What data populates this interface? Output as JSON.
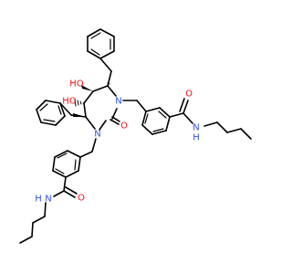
{
  "colors": {
    "bond": "#000000",
    "oxygen": "#ff0d0d",
    "nitrogen": "#3050f8",
    "background": "#ffffff"
  },
  "atoms": {
    "ho_top": "HO",
    "ho_mid": "HO",
    "n_ring_right": "N",
    "n_ring_left": "N",
    "o_carbonyl_ring": "O",
    "o_amide_right": "O",
    "nh_amide_right": "N",
    "h_amide_right": "H",
    "o_amide_left": "O",
    "nh_amide_left": "N",
    "h_amide_left": "H"
  }
}
